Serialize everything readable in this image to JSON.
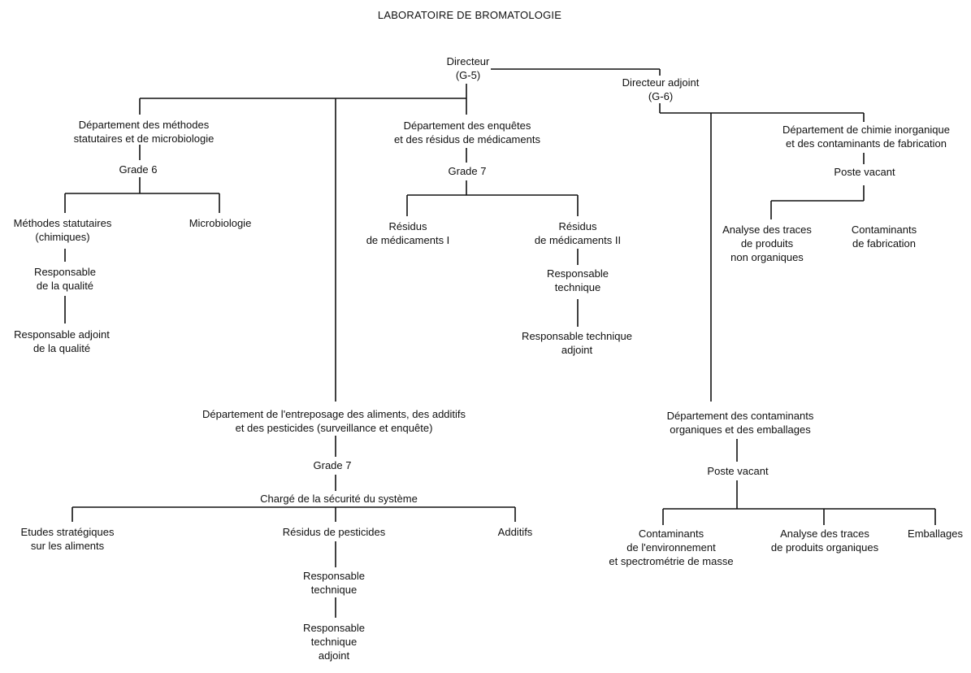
{
  "title": "LABORATOIRE DE BROMATOLOGIE",
  "nodes": {
    "directeur": "Directeur\n(G-5)",
    "directeur_adjoint": "Directeur adjoint\n(G-6)",
    "dept_methodes": "Département des méthodes\nstatutaires et de microbiologie",
    "grade_6": "Grade 6",
    "methodes_statutaires": "Méthodes statutaires\n(chimiques)",
    "microbiologie": "Microbiologie",
    "responsable_qualite": "Responsable\nde la qualité",
    "responsable_adjoint_qualite": "Responsable adjoint\nde la qualité",
    "dept_enquetes": "Département des enquêtes\net des résidus de médicaments",
    "grade_7_enquetes": "Grade 7",
    "residus_med_1": "Résidus\nde médicaments I",
    "residus_med_2": "Résidus\nde médicaments II",
    "responsable_technique_med": "Responsable\ntechnique",
    "responsable_technique_adjoint_med": "Responsable technique\nadjoint",
    "dept_chimie": "Département de chimie inorganique\net des contaminants de fabrication",
    "poste_vacant_chimie": "Poste vacant",
    "analyse_traces_non_org": "Analyse des traces\nde produits\nnon organiques",
    "contaminants_fabrication": "Contaminants\nde fabrication",
    "dept_entreposage": "Département de l'entreposage des aliments, des additifs\net des pesticides (surveillance et enquête)",
    "grade_7_entreposage": "Grade 7",
    "charge_securite": "Chargé de la sécurité du système",
    "etudes_strategiques": "Etudes stratégiques\nsur les aliments",
    "residus_pesticides": "Résidus de pesticides",
    "additifs": "Additifs",
    "responsable_technique_pest": "Responsable\ntechnique",
    "responsable_technique_adjoint_pest": "Responsable\ntechnique\nadjoint",
    "dept_contaminants_org": "Département des contaminants\norganiques et des emballages",
    "poste_vacant_org": "Poste vacant",
    "contaminants_env": "Contaminants\nde l'environnement\net spectrométrie de masse",
    "analyse_traces_org": "Analyse des traces\nde produits organiques",
    "emballages": "Emballages"
  },
  "colors": {
    "line": "#111111",
    "text": "#111111",
    "background": "#ffffff"
  }
}
